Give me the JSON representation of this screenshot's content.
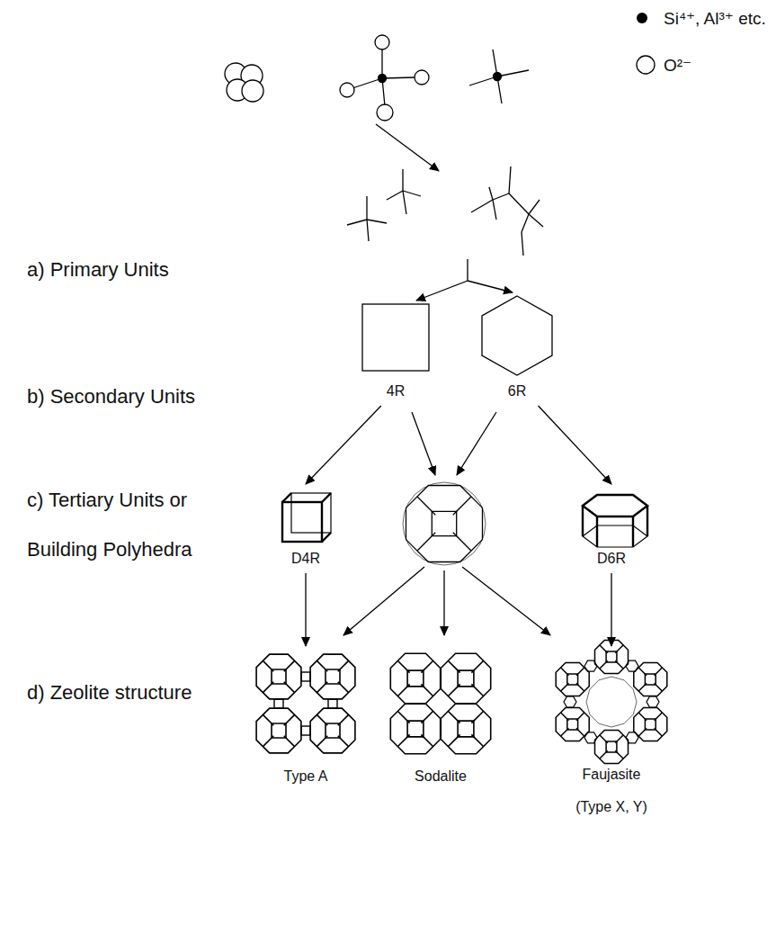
{
  "diagram": {
    "nodes": [
      {
        "text": [
          "4R"
        ]
      },
      {
        "text": [
          "6R"
        ]
      },
      {
        "text": [
          "D4R"
        ]
      },
      {
        "text": [
          "D6R"
        ]
      },
      {
        "text": [
          "Type A"
        ]
      },
      {
        "text": [
          "Sodalite"
        ]
      },
      {
        "text": [
          "Faujasite",
          "(Type X, Y)"
        ]
      }
    ],
    "edges": [
      {
        "from": 0,
        "to": 2,
        "arrow": "to"
      },
      {
        "from": 1,
        "to": 3,
        "arrow": "to"
      },
      {
        "from": 2,
        "to": 4,
        "arrow": "to"
      },
      {
        "from": 3,
        "to": 6,
        "arrow": "to"
      }
    ],
    "labels": [
      "a) Primary Units",
      "b) Secondary Units",
      "c) Tertiary Units or Building Polyhedra",
      "d) Zeolite structure"
    ],
    "legend": [
      {
        "text": "Si⁴⁺, Al³⁺ etc."
      },
      {
        "text": "O²⁻"
      }
    ]
  }
}
